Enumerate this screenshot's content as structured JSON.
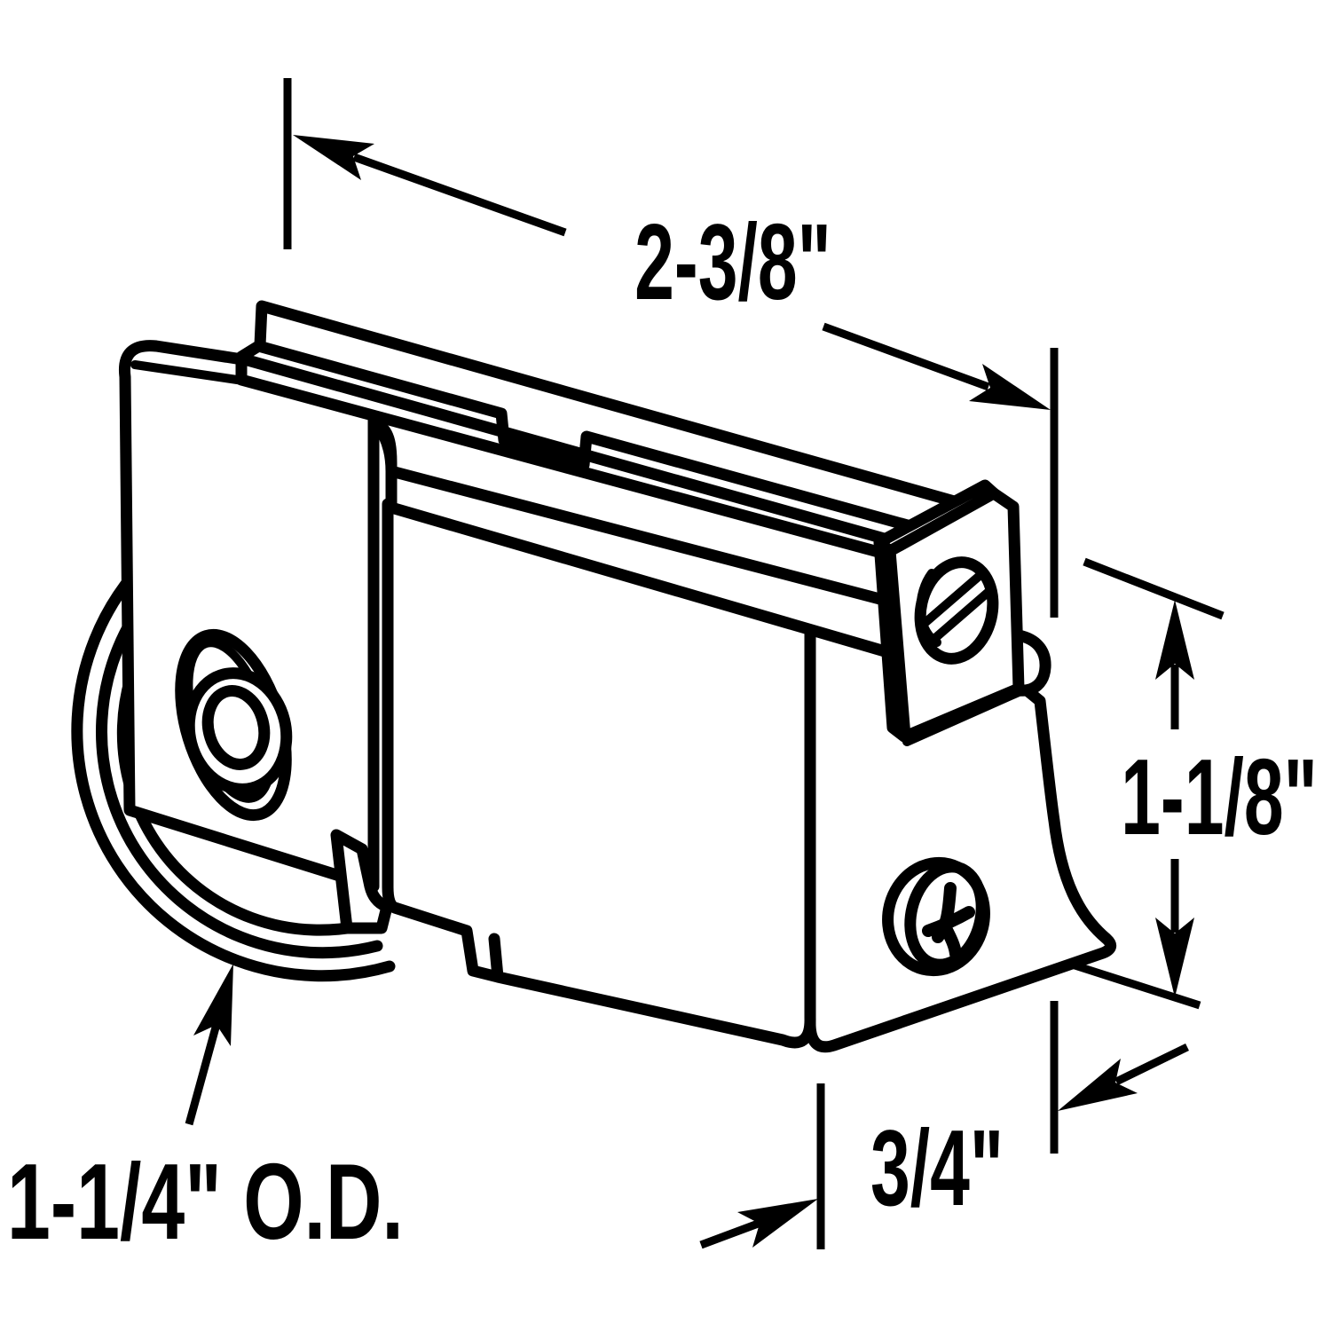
{
  "diagram": {
    "title": "sliding-door-roller-assembly-dimension-drawing",
    "style": "black line art on white",
    "line_color": "#000000",
    "background_color": "#ffffff",
    "dimensions": {
      "width_label": "2-3/8\"",
      "height_label": "1-1/8\"",
      "depth_label": "3/4\"",
      "wheel_od_label": "1-1/4\" O.D."
    },
    "features": [
      "roller wheel",
      "mounting plate",
      "axle adjustment slot",
      "housing body",
      "clamp rail",
      "screw tab with countersunk hole",
      "phillips screw"
    ]
  }
}
